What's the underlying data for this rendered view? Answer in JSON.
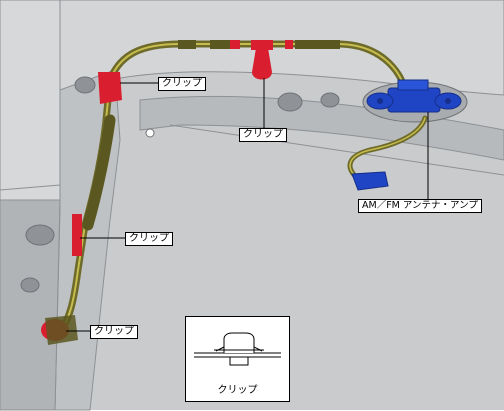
{
  "colors": {
    "body_panel": "#c9cbcd",
    "body_shadow": "#9fa2a5",
    "body_highlight": "#eeeeef",
    "harness": "#6e6b2a",
    "harness_tape": "#c7bd4e",
    "clip": "#d91f2f",
    "amp": "#1f45c4",
    "amp_dark": "#152f8a"
  },
  "labels": {
    "clip_top_left": "クリップ",
    "clip_top_center": "クリップ",
    "clip_middle_left": "クリップ",
    "clip_bottom_left": "クリップ",
    "amplifier": "AM／FM アンテナ・アンプ"
  },
  "inset": {
    "caption": "クリップ"
  }
}
